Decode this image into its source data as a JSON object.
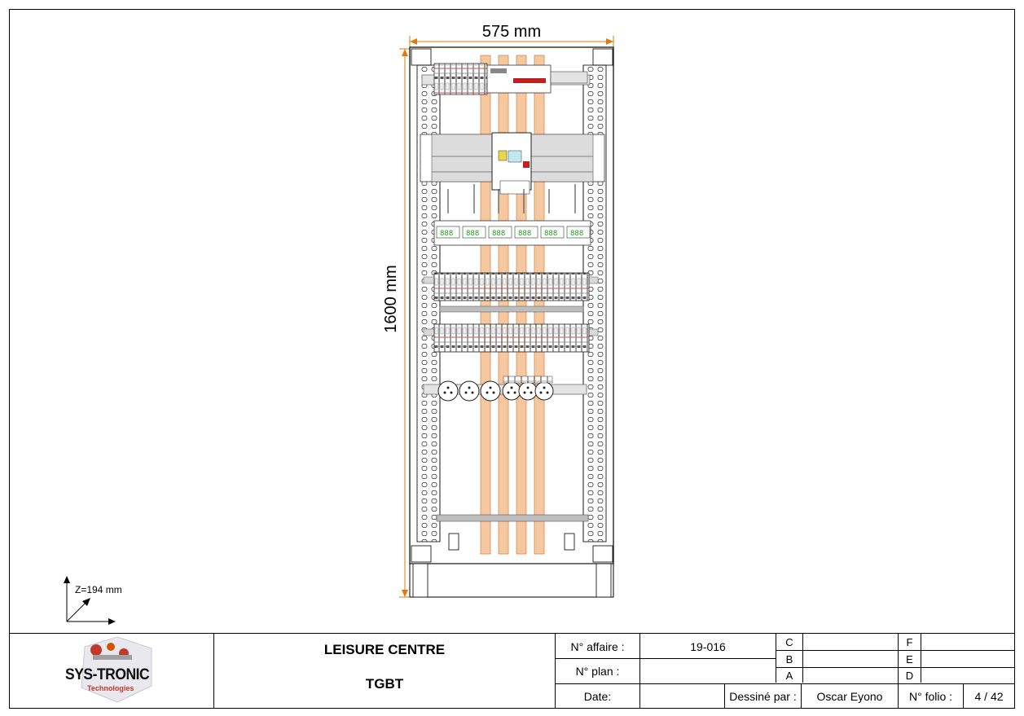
{
  "drawing": {
    "width_dim": "575 mm",
    "height_dim": "1600 mm",
    "depth_note": "Z=194 mm",
    "colors": {
      "busbar": "#f6c8a0",
      "busbar_edge": "#d28a52",
      "dimension": "#e07a10",
      "rail": "#d9d9d9",
      "meter_digits": "#18a018"
    },
    "meter_readout": "888"
  },
  "title_block": {
    "logo": {
      "brand": "SYS-TRONIC",
      "sub": "Technologies"
    },
    "project": "LEISURE CENTRE",
    "subtitle": "TGBT",
    "affaire_label": "N° affaire :",
    "affaire_value": "19-016",
    "plan_label": "N° plan :",
    "plan_value": "",
    "date_label": "Date:",
    "date_value": "",
    "drawn_by_label": "Dessiné par :",
    "drawn_by_value": "Oscar Eyono",
    "folio_label": "N° folio :",
    "folio_value": "4 / 42",
    "revisions_left": [
      "C",
      "B",
      "A"
    ],
    "revisions_right": [
      "F",
      "E",
      "D"
    ]
  }
}
